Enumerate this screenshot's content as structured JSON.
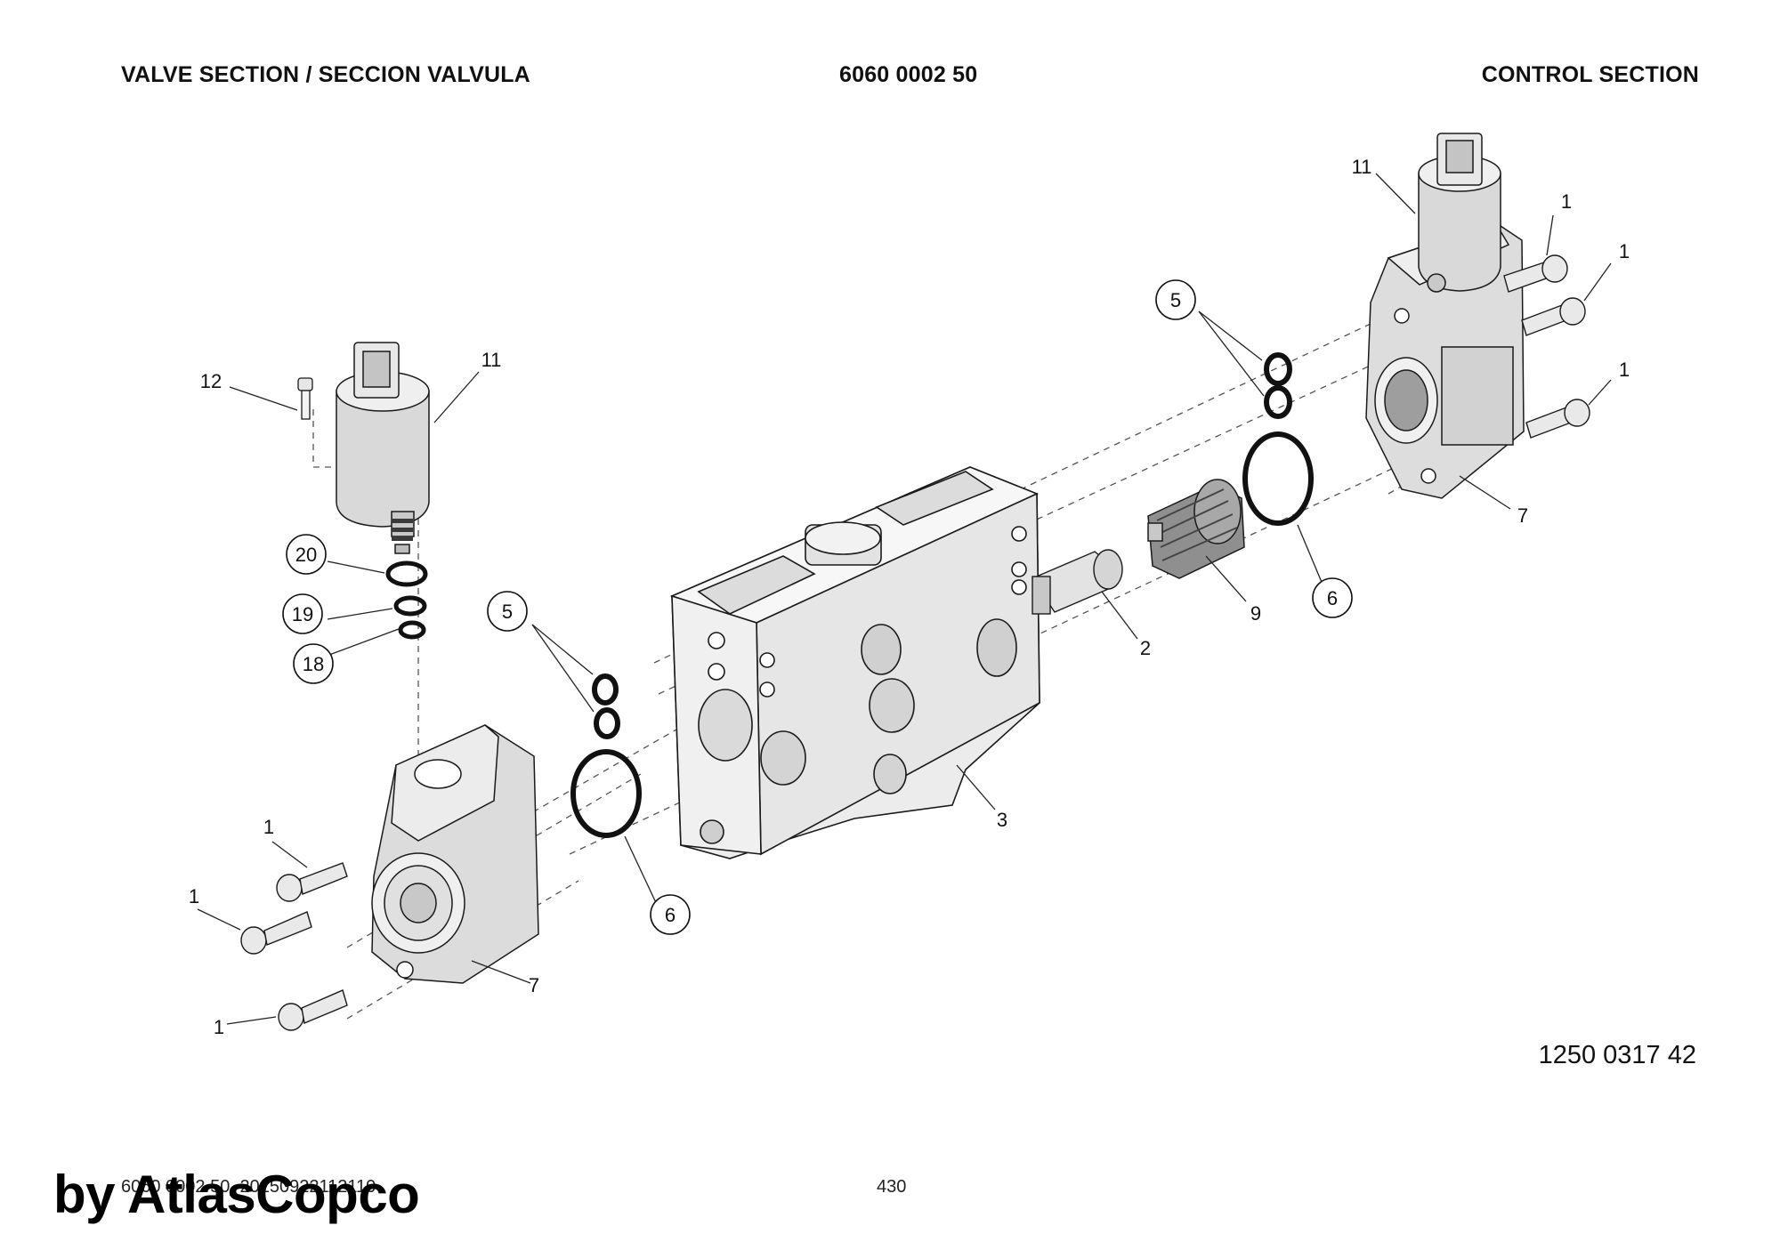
{
  "header": {
    "left": "VALVE SECTION / SECCION VALVULA",
    "center": "6060 0002 50",
    "right": "CONTROL SECTION"
  },
  "callouts": [
    {
      "id": "c-12",
      "text": "12"
    },
    {
      "id": "c-11-left",
      "text": "11"
    },
    {
      "id": "c-20",
      "text": "20",
      "circled": true
    },
    {
      "id": "c-19",
      "text": "19",
      "circled": true
    },
    {
      "id": "c-18",
      "text": "18",
      "circled": true
    },
    {
      "id": "c-5-left",
      "text": "5",
      "circled": true
    },
    {
      "id": "c-6-left",
      "text": "6",
      "circled": true
    },
    {
      "id": "c-1-a",
      "text": "1"
    },
    {
      "id": "c-1-b",
      "text": "1"
    },
    {
      "id": "c-1-c",
      "text": "1"
    },
    {
      "id": "c-7-left",
      "text": "7"
    },
    {
      "id": "c-3",
      "text": "3"
    },
    {
      "id": "c-2",
      "text": "2"
    },
    {
      "id": "c-9",
      "text": "9"
    },
    {
      "id": "c-6-right",
      "text": "6",
      "circled": true
    },
    {
      "id": "c-5-right",
      "text": "5",
      "circled": true
    },
    {
      "id": "c-11-right",
      "text": "11"
    },
    {
      "id": "c-1-d",
      "text": "1"
    },
    {
      "id": "c-1-e",
      "text": "1"
    },
    {
      "id": "c-1-f",
      "text": "1"
    },
    {
      "id": "c-7-right",
      "text": "7"
    }
  ],
  "drawing_ref": "1250 0317 42",
  "footer": {
    "code": "6060 0002 50_20150922112110",
    "page": "430",
    "watermark": "by AtlasCopco"
  },
  "colors": {
    "line": "#1a1a1a",
    "part_fill": "#f1f1f1",
    "part_shade": "#d6d6d6",
    "part_dark": "#9a9a9a"
  }
}
